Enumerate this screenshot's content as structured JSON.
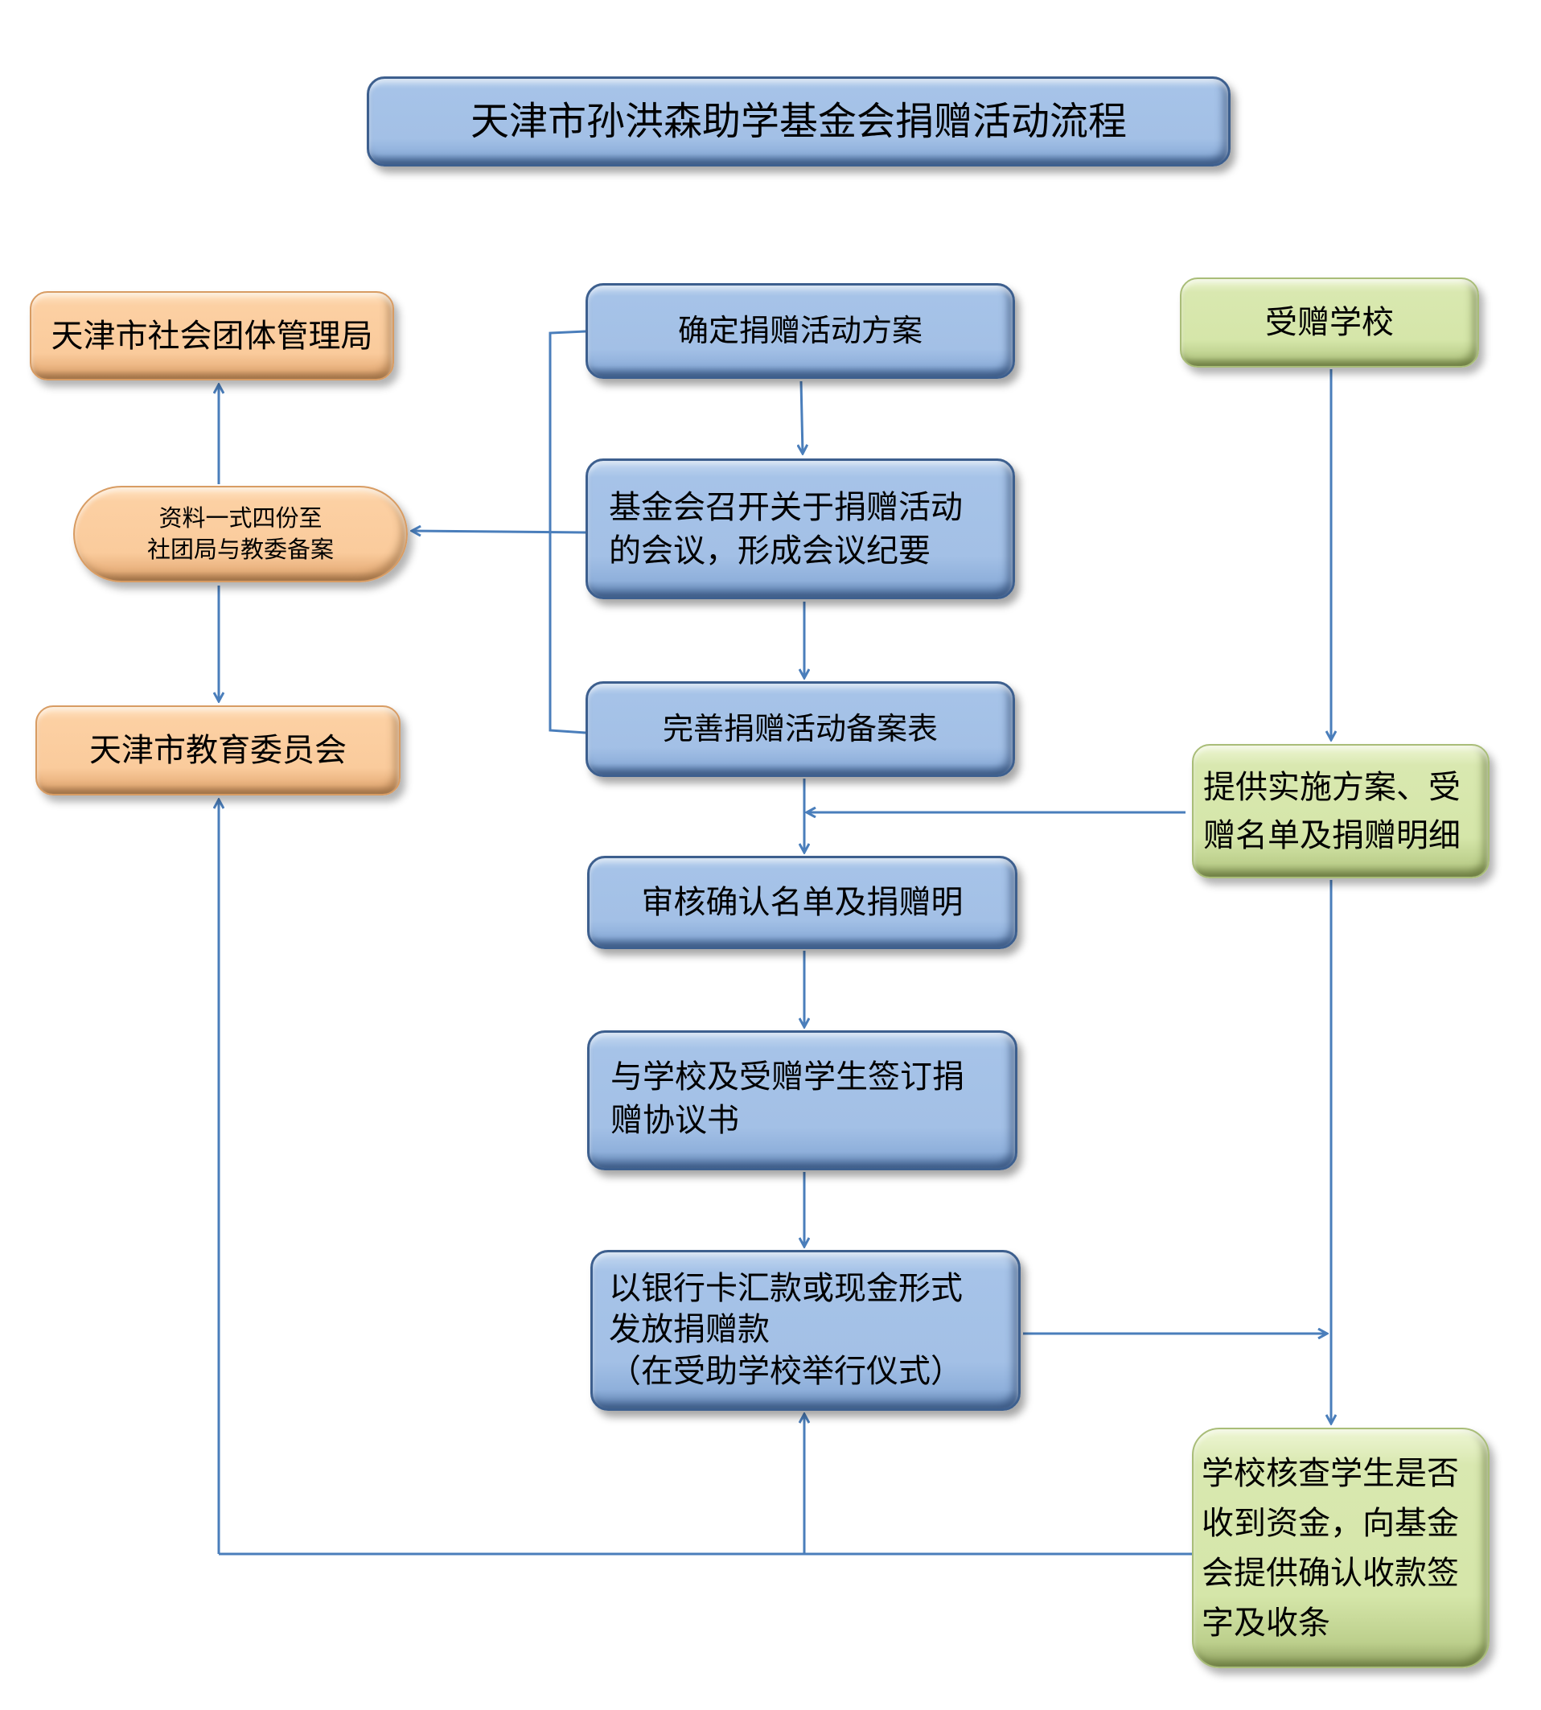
{
  "title": "天津市孙洪森助学基金会捐赠活动流程",
  "colors": {
    "connector": "#4a7ebb",
    "process_blue": "#a3c0e6",
    "agency_orange": "#facb9c",
    "school_green": "#d5e6a9"
  },
  "left_column": {
    "social_bureau": "天津市社会团体管理局",
    "filing_note": "资料一式四份至\n社团局与教委备案",
    "education_commission": "天津市教育委员会"
  },
  "center_column": {
    "steps": [
      "确定捐赠活动方案",
      "基金会召开关于捐赠活动\n的会议，形成会议纪要",
      "完善捐赠活动备案表",
      "审核确认名单及捐赠明",
      "与学校及受赠学生签订捐\n赠协议书",
      "以银行卡汇款或现金形式\n发放捐赠款\n（在受助学校举行仪式）"
    ]
  },
  "right_column": {
    "recipient_school": "受赠学校",
    "provide_plan": "提供实施方案、受\n赠名单及捐赠明细",
    "school_verify": "学校核查学生是否\n收到资金，向基金\n会提供确认收款签\n字及收条"
  }
}
